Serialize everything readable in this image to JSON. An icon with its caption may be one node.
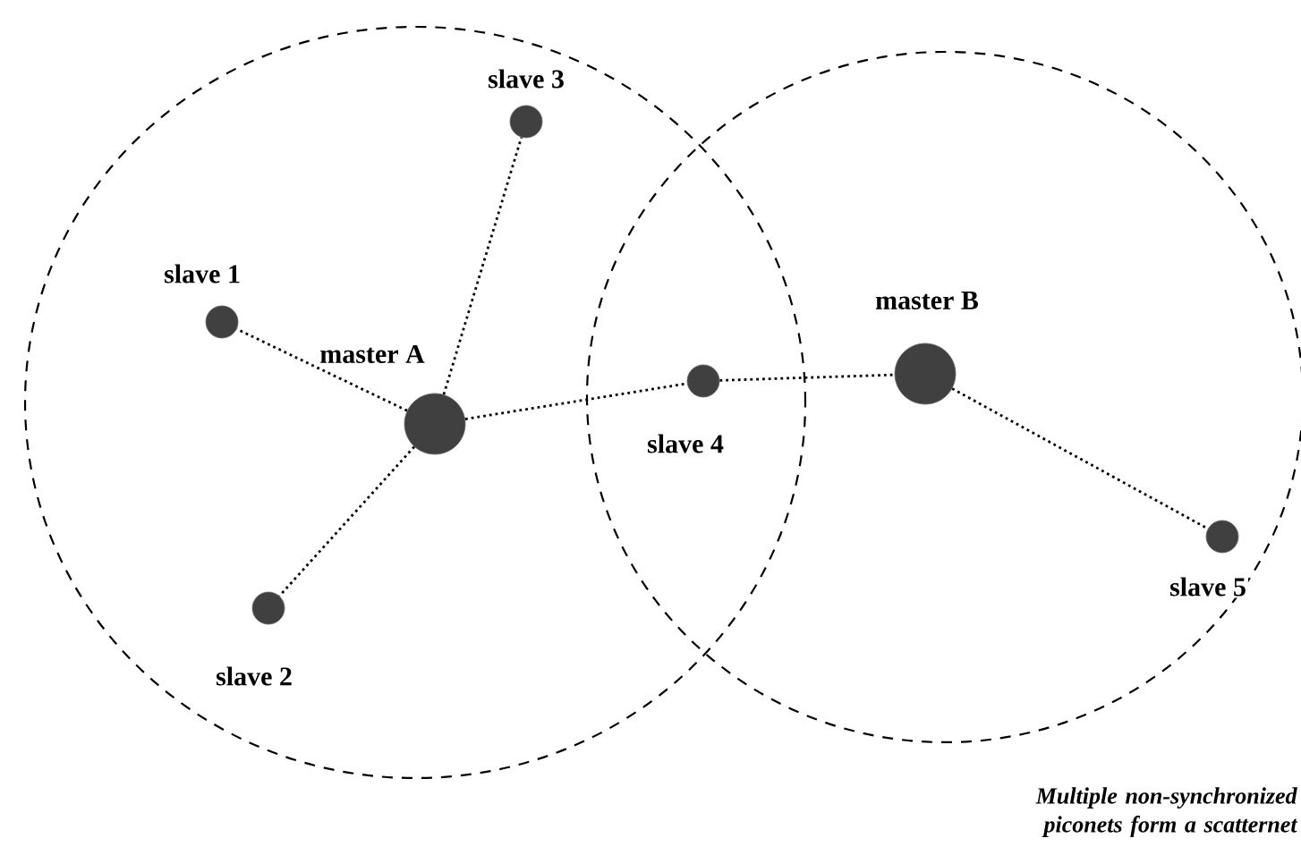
{
  "diagram": {
    "nodes": [
      {
        "text": [],
        "shape": "circle"
      },
      {
        "text": [],
        "shape": "circle"
      },
      {
        "text": [],
        "shape": "circle",
        "beside": [
          "slave 3"
        ],
        "in": 0
      },
      {
        "text": [],
        "shape": "circle",
        "beside": [
          "slave 1"
        ],
        "in": 0
      },
      {
        "text": [],
        "shape": "circle",
        "beside": [
          "master A"
        ],
        "in": 0
      },
      {
        "text": [],
        "shape": "circle",
        "beside": [
          "slave 4"
        ]
      },
      {
        "text": [],
        "shape": "circle",
        "beside": [
          "master B"
        ],
        "in": 1
      },
      {
        "text": [],
        "shape": "circle",
        "beside": [
          "slave 5"
        ],
        "in": 1
      },
      {
        "text": [],
        "shape": "circle",
        "beside": [
          "slave 2"
        ],
        "in": 0
      }
    ],
    "edges": [
      {
        "from": 4,
        "to": 3,
        "arrow": "none"
      },
      {
        "from": 4,
        "to": 2,
        "arrow": "none"
      },
      {
        "from": 4,
        "to": 8,
        "arrow": "none"
      },
      {
        "from": 4,
        "to": 5,
        "arrow": "none"
      },
      {
        "from": 5,
        "to": 6,
        "arrow": "none"
      },
      {
        "from": 6,
        "to": 7,
        "arrow": "none"
      }
    ],
    "labels": [
      "Multiple non-synchronized piconets form a scatternet"
    ]
  }
}
